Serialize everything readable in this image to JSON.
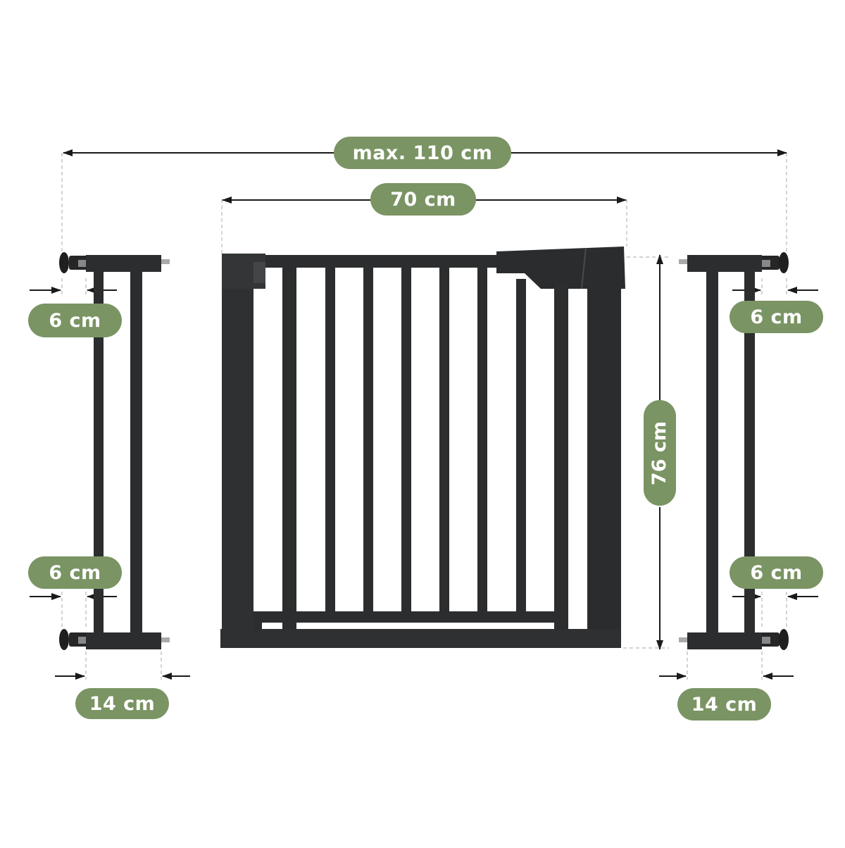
{
  "colors": {
    "accent": "#7a9463",
    "frame": "#2b2d2e",
    "line": "#1a1a1a"
  },
  "labels": {
    "max_width": "max. 110 cm",
    "gate_width": "70 cm",
    "gate_height": "76 cm",
    "left_top_depth": "6 cm",
    "left_bottom_depth": "6 cm",
    "left_extension_width": "14 cm",
    "right_top_depth": "6 cm",
    "right_bottom_depth": "6 cm",
    "right_extension_width": "14 cm"
  }
}
